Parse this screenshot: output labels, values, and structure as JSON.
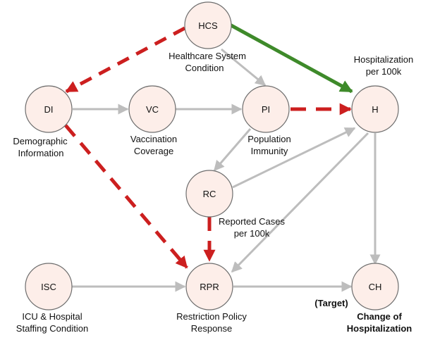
{
  "nodes": {
    "hcs": {
      "abbr": "HCS",
      "label_lines": [
        "Healthcare System",
        "Condition"
      ]
    },
    "di": {
      "abbr": "DI",
      "label_lines": [
        "Demographic",
        "Information"
      ]
    },
    "vc": {
      "abbr": "VC",
      "label_lines": [
        "Vaccination",
        "Coverage"
      ]
    },
    "pi": {
      "abbr": "PI",
      "label_lines": [
        "Population",
        "Immunity"
      ]
    },
    "h": {
      "abbr": "H",
      "label_lines": [
        "Hospitalization",
        "per 100k"
      ]
    },
    "rc": {
      "abbr": "RC",
      "label_lines": [
        "Reported Cases",
        "per 100k"
      ]
    },
    "isc": {
      "abbr": "ISC",
      "label_lines": [
        "ICU & Hospital",
        "Staffing Condition"
      ]
    },
    "rpr": {
      "abbr": "RPR",
      "label_lines": [
        "Restriction Policy",
        "Response"
      ]
    },
    "ch": {
      "abbr": "CH",
      "label_lines": [
        "Change of",
        "Hospitalization"
      ],
      "tag": "(Target)"
    }
  },
  "edges": [
    {
      "from": "hcs",
      "to": "di",
      "style": "red-dashed"
    },
    {
      "from": "hcs",
      "to": "h",
      "style": "green"
    },
    {
      "from": "hcs",
      "to": "pi",
      "style": "gray"
    },
    {
      "from": "di",
      "to": "vc",
      "style": "gray"
    },
    {
      "from": "vc",
      "to": "pi",
      "style": "gray"
    },
    {
      "from": "pi",
      "to": "h",
      "style": "red-dashed"
    },
    {
      "from": "pi",
      "to": "rc",
      "style": "gray"
    },
    {
      "from": "rc",
      "to": "h",
      "style": "gray"
    },
    {
      "from": "di",
      "to": "rpr",
      "style": "red-dashed"
    },
    {
      "from": "rc",
      "to": "rpr",
      "style": "red-dashed"
    },
    {
      "from": "h",
      "to": "rpr",
      "style": "gray"
    },
    {
      "from": "h",
      "to": "ch",
      "style": "gray"
    },
    {
      "from": "isc",
      "to": "rpr",
      "style": "gray"
    },
    {
      "from": "rpr",
      "to": "ch",
      "style": "gray"
    }
  ],
  "colors": {
    "gray": "#bdbdbd",
    "red": "#cc1f1f",
    "green": "#3e8a2a",
    "node_fill": "#fdeee9",
    "node_stroke": "#6e6e6e"
  }
}
